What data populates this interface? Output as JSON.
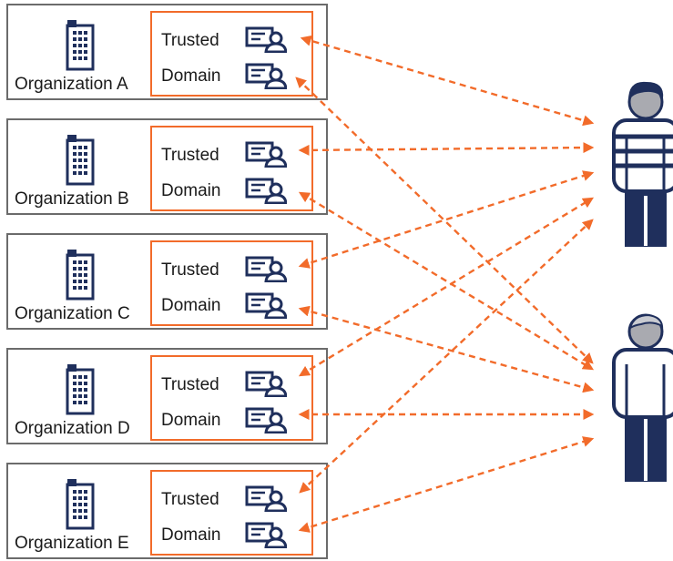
{
  "organizations": [
    {
      "name": "Organization A",
      "line1": "Trusted",
      "line2": "Domain"
    },
    {
      "name": "Organization B",
      "line1": "Trusted",
      "line2": "Domain"
    },
    {
      "name": "Organization C",
      "line1": "Trusted",
      "line2": "Domain"
    },
    {
      "name": "Organization D",
      "line1": "Trusted",
      "line2": "Domain"
    },
    {
      "name": "Organization E",
      "line1": "Trusted",
      "line2": "Domain"
    }
  ],
  "icons": {
    "organization": "building-icon",
    "credential": "credential-card-icon",
    "user_1": "person-striped-shirt-icon",
    "user_2": "person-white-shirt-icon"
  },
  "colors": {
    "arrow": "#f26b2a",
    "trusted_domain_border": "#f26b2a",
    "organization_border": "#6b6b6b",
    "icon_navy": "#1f2f5c",
    "person_skin": "#a9aab0"
  }
}
